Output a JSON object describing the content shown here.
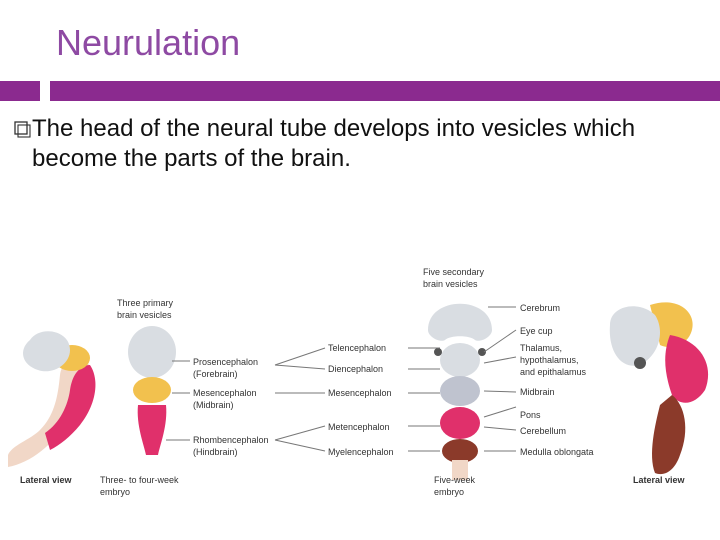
{
  "slide": {
    "title": "Neurulation",
    "bullet": "The head of the neural tube develops into vesicles which become the parts of the brain."
  },
  "figure": {
    "primary_header": [
      "Three primary",
      "brain vesicles"
    ],
    "secondary_header": [
      "Five secondary",
      "brain vesicles"
    ],
    "primary": [
      [
        "Prosencephalon",
        "(Forebrain)"
      ],
      [
        "Mesencephalon",
        "(Midbrain)"
      ],
      [
        "Rhombencephalon",
        "(Hindbrain)"
      ]
    ],
    "secondary": [
      "Telencephalon",
      "Diencephalon",
      "Mesencephalon",
      "Metencephalon",
      "Myelencephalon"
    ],
    "outcomes": [
      "Cerebrum",
      "Eye cup",
      "Thalamus,",
      "hypothalamus,",
      "and epithalamus",
      "Midbrain",
      "Pons",
      "Cerebellum",
      "Medulla oblongata"
    ],
    "lateral_left": "Lateral view",
    "lateral_right": "Lateral view",
    "embryo_left": [
      "Three- to four-week",
      "embryo"
    ],
    "embryo_right": [
      "Five-week",
      "embryo"
    ]
  },
  "colors": {
    "accent": "#8b2a8f",
    "title": "#8e4aa3",
    "forebrain": "#d9dde2",
    "midbrain": "#f2c14e",
    "hindbrain": "#e0306b",
    "metencephalon": "#c51f5d",
    "myelencephalon": "#8b3a2a"
  }
}
